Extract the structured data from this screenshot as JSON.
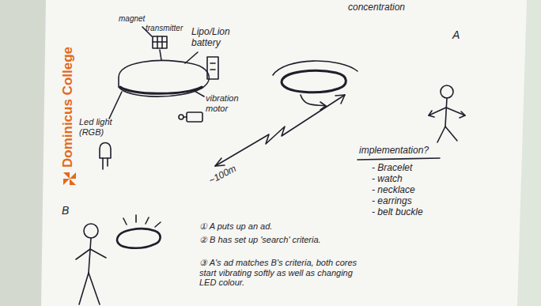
{
  "diagram": {
    "labels": [
      "concentration",
      "Dominicus College",
      "magnet",
      "transmitter",
      "Lipo/Lion battery",
      "vibration motor",
      "Led light (RGB)",
      "A",
      "implementation?",
      "- Bracelet",
      "- watch",
      "- necklace",
      "- earrings",
      "- belt buckle",
      "~100m",
      "B",
      "① A puts up an ad.",
      "② B has set up 'search' criteria.",
      "③ A's ad matches B's criteria, both cores start vibrating softly as well as changing LED colour."
    ]
  }
}
